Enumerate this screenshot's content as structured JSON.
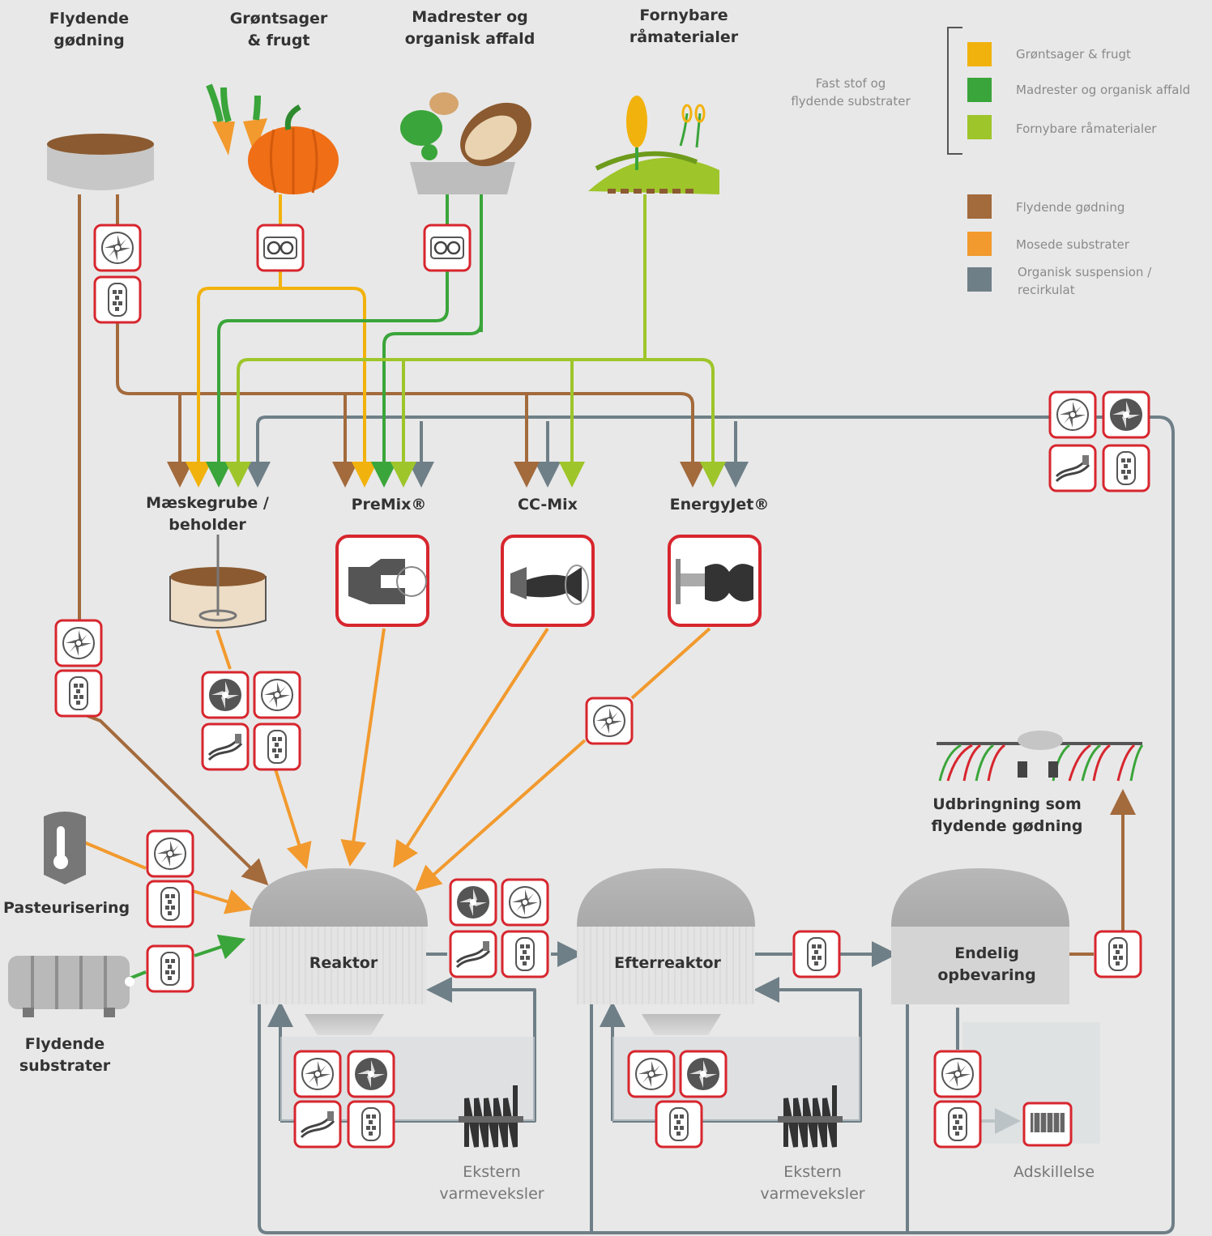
{
  "sources": {
    "liquid_manure": [
      "Flydende",
      "gødning"
    ],
    "vegetables": [
      "Grøntsager",
      "& frugt"
    ],
    "food_waste": [
      "Madrester og",
      "organisk affald"
    ],
    "renewables": [
      "Fornybare",
      "råmaterialer"
    ]
  },
  "solid_note": [
    "Fast stof og",
    "flydende substrater"
  ],
  "legend": {
    "groups": [
      {
        "items": [
          {
            "label": "Grøntsager & frugt",
            "color": "#f2b20d"
          },
          {
            "label": "Madrester og organisk affald",
            "color": "#3aa53a"
          },
          {
            "label": "Fornybare råmaterialer",
            "color": "#9ec52a"
          }
        ]
      },
      {
        "items": [
          {
            "label": "Flydende gødning",
            "color": "#a36a3c"
          },
          {
            "label": "Mosede substrater",
            "color": "#f29a2e"
          },
          {
            "label": "Organisk suspension /",
            "label2": "recirkulat",
            "color": "#6f7f87"
          }
        ]
      }
    ]
  },
  "mixers": {
    "pit": [
      "Mæskegrube /",
      "beholder"
    ],
    "premix": "PreMix®",
    "ccmix": "CC-Mix",
    "energyjet": "EnergyJet®"
  },
  "process": {
    "pasteur": "Pasteurisering",
    "liquid_substrates": [
      "Flydende",
      "substrater"
    ],
    "reactor": "Reaktor",
    "post_reactor": "Efterreaktor",
    "storage": [
      "Endelig",
      "opbevaring"
    ],
    "spreading": [
      "Udbringning som",
      "flydende gødning"
    ],
    "heat_exchanger_1": [
      "Ekstern",
      "varmeveksler"
    ],
    "heat_exchanger_2": [
      "Ekstern",
      "varmeveksler"
    ],
    "separation": "Adskillelse"
  },
  "colors": {
    "yellow": "#f2b20d",
    "green": "#3aa53a",
    "lime": "#9ec52a",
    "brown": "#a36a3c",
    "orange": "#f29a2e",
    "grey": "#6f7f87",
    "accent_red": "#d7262e",
    "background": "#e8e8e8"
  }
}
